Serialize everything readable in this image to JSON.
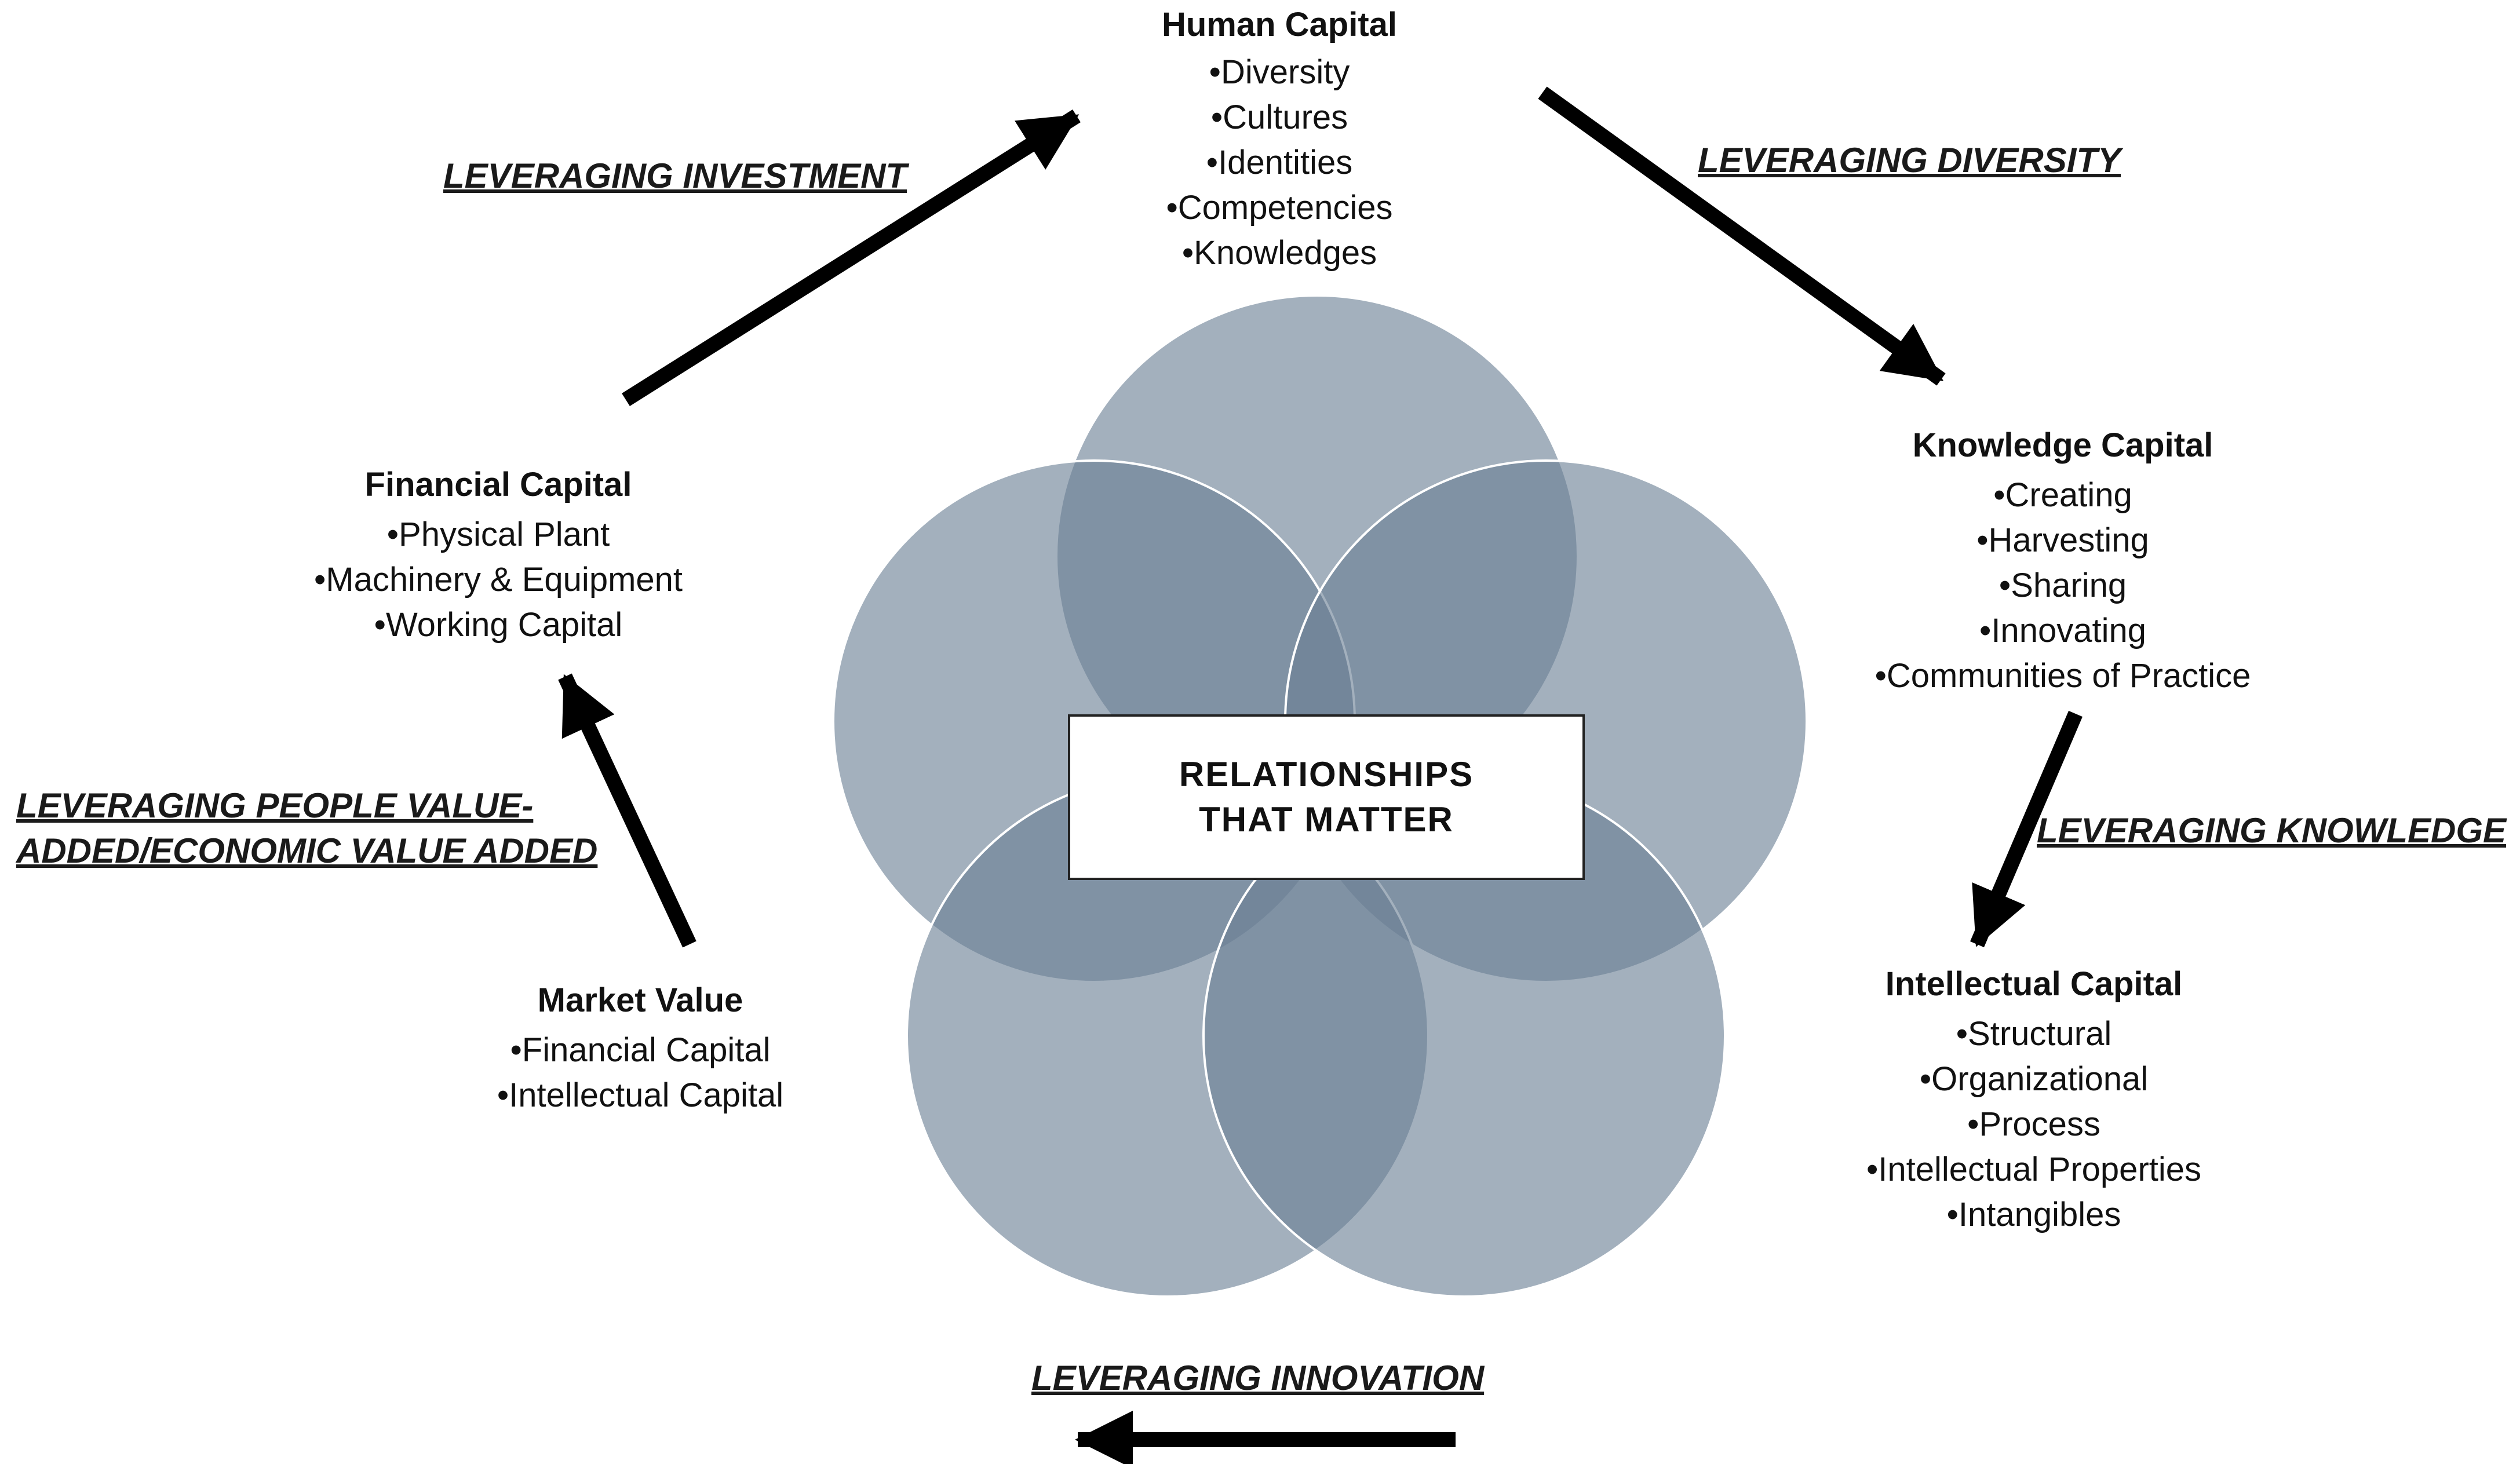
{
  "center": {
    "label": "RELATIONSHIPS THAT MATTER"
  },
  "nodes": {
    "human_capital": {
      "title": "Human Capital",
      "items": [
        "•Diversity",
        "•Cultures",
        "•Identities",
        "•Competencies",
        "•Knowledges"
      ]
    },
    "knowledge_capital": {
      "title": "Knowledge Capital",
      "items": [
        "•Creating",
        "•Harvesting",
        "•Sharing",
        "•Innovating",
        "•Communities of Practice"
      ]
    },
    "intellectual_capital": {
      "title": "Intellectual Capital",
      "items": [
        "•Structural",
        "•Organizational",
        "•Process",
        "•Intellectual Properties",
        "•Intangibles"
      ]
    },
    "market_value": {
      "title": "Market Value",
      "items": [
        "•Financial Capital",
        "•Intellectual Capital"
      ]
    },
    "financial_capital": {
      "title": "Financial Capital",
      "items": [
        "•Physical Plant",
        "•Machinery & Equipment",
        "•Working Capital"
      ]
    }
  },
  "leverage_labels": {
    "investment": "LEVERAGING INVESTMENT",
    "diversity": "LEVERAGING DIVERSITY",
    "knowledge": "LEVERAGING KNOWLEDGE",
    "innovation": "LEVERAGING INNOVATION",
    "people_value_line1": "LEVERAGING PEOPLE VALUE-",
    "people_value_line2": "ADDED/ECONOMIC VALUE ADDED"
  },
  "colors": {
    "circle_fill": "#6b7f94",
    "arrow": "#000000",
    "circle_stroke": "#ffffff"
  }
}
